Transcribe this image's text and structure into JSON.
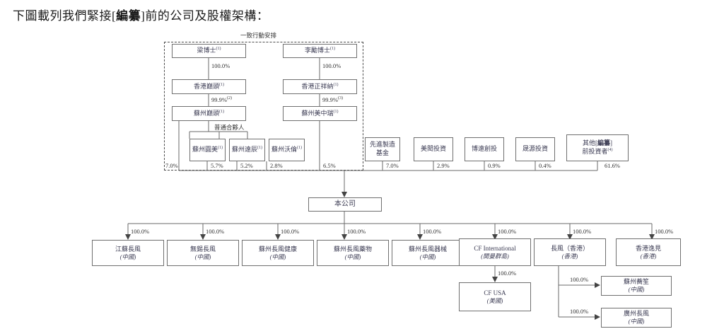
{
  "heading": {
    "before": "下圖載列我們緊接[",
    "bold": "編纂",
    "after": "]前的公司及股權架構："
  },
  "concert_party_label": "一致行動安排",
  "gp_label": "普通合夥人",
  "nodes": {
    "liang": {
      "name": "梁博士",
      "note": "(1)"
    },
    "li": {
      "name": "李勵博士",
      "note": "(1)"
    },
    "hk_diandou": {
      "name": "香港巔頭",
      "note": "(1)"
    },
    "hk_zhengxiangna": {
      "name": "香港正祥納",
      "note": "(1)"
    },
    "sz_diandou": {
      "name": "蘇州巔頭",
      "note": "(1)"
    },
    "sz_meizhongrui": {
      "name": "蘇州美中瑞",
      "note": "(1)"
    },
    "sz_yuanmei": {
      "name": "蘇州圓美",
      "note": "(1)"
    },
    "sz_yuanchen": {
      "name": "蘇州遠辰",
      "note": "(1)"
    },
    "sz_wolun": {
      "name": "蘇州沃倫",
      "note": "(1)"
    },
    "xianjin": {
      "line1": "先進製造",
      "line2": "基金"
    },
    "meiguan": {
      "name": "美閎投資"
    },
    "boyuan": {
      "name": "博遠創投"
    },
    "chenyuan": {
      "name": "晟源投資"
    },
    "other_investors": {
      "line1_a": "其他[",
      "line1_b": "編纂",
      "line1_c": "]",
      "line2": "前投資者",
      "note": "(4)"
    },
    "company": {
      "name": "本公司"
    },
    "jiangsu_changfeng": {
      "name": "江蘇長風",
      "sub": "(中國)"
    },
    "wuxi_changfeng": {
      "name": "無錫長風",
      "sub": "(中國)"
    },
    "sz_changfeng_jiankang": {
      "name": "蘇州長風健康",
      "sub": "(中國)"
    },
    "sz_changfeng_yaowu": {
      "name": "蘇州長風藥物",
      "sub": "(中國)"
    },
    "sz_changfeng_qixie": {
      "name": "蘇州長風器械",
      "sub": "(中國)"
    },
    "cf_international": {
      "name": "CF International",
      "sub": "(開曼群島)"
    },
    "changfeng_hk": {
      "name": "長風（香港）",
      "sub": "(香港)"
    },
    "hk_yijian": {
      "name": "香港逸見",
      "sub": "(香港)"
    },
    "cf_usa": {
      "name": "CF USA",
      "sub": "(美國)"
    },
    "sz_qiaosheng": {
      "name": "蘇州蕎笙",
      "sub": "(中國)"
    },
    "guangzhou_changfeng": {
      "name": "廣州長風",
      "sub": "(中國)"
    }
  },
  "percentages": {
    "liang_to_hk": "100.0%",
    "li_to_hk": "100.0%",
    "hkdiandou_to_szdiandou": "99.9%",
    "hkdiandou_note": "(2)",
    "hkzheng_to_szmei": "99.9%",
    "hkzheng_note": "(3)",
    "szdiandou_direct": "7.0%",
    "yuanmei_pct": "5.7%",
    "yuanchen_pct": "5.2%",
    "wolun_pct": "2.8%",
    "szmeizhongrui_direct": "6.5%",
    "xianjin_pct": "7.0%",
    "meiguan_pct": "2.9%",
    "boyuan_pct": "0.9%",
    "chenyuan_pct": "0.4%",
    "other_pct": "61.6%",
    "sub_full": "100.0%"
  },
  "subsidiary_pcts": [
    "100.0%",
    "100.0%",
    "100.0%",
    "100.0%",
    "100.0%",
    "100.0%",
    "100.0%",
    "100.0%"
  ]
}
